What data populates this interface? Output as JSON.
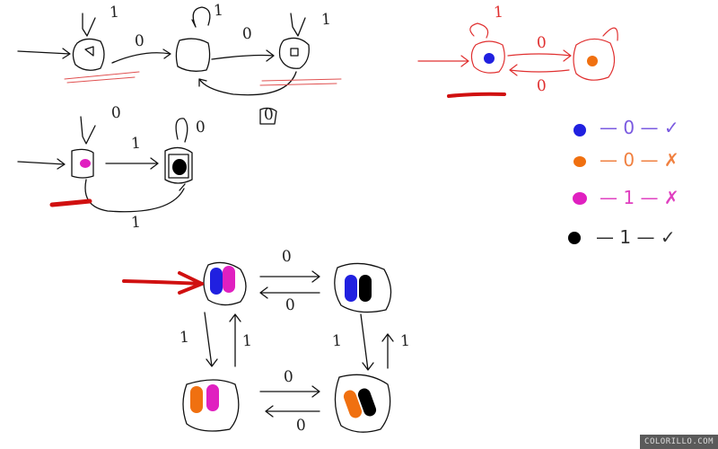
{
  "automaton1": {
    "self_loops": [
      "1",
      "1",
      "1"
    ],
    "edges": [
      "0",
      "0",
      "0"
    ]
  },
  "automaton2": {
    "self_loops": [
      "0",
      "0"
    ],
    "edges": [
      "1",
      "1"
    ]
  },
  "automaton_red": {
    "self_loop": "1",
    "edges": [
      "0",
      "0"
    ]
  },
  "legend": [
    {
      "color": "#2020e0",
      "label": "0",
      "result": "✓",
      "ink": "#7a5ae0"
    },
    {
      "color": "#f07010",
      "label": "0",
      "result": "✗",
      "ink": "#f08040"
    },
    {
      "color": "#e020c0",
      "label": "1",
      "result": "✗",
      "ink": "#e040c0"
    },
    {
      "color": "#000000",
      "label": "1",
      "result": "✓",
      "ink": "#333333"
    }
  ],
  "product": {
    "edges": [
      "0",
      "0",
      "1",
      "1",
      "1",
      "1",
      "0",
      "0"
    ]
  },
  "watermark": "COLORILLO.COM"
}
